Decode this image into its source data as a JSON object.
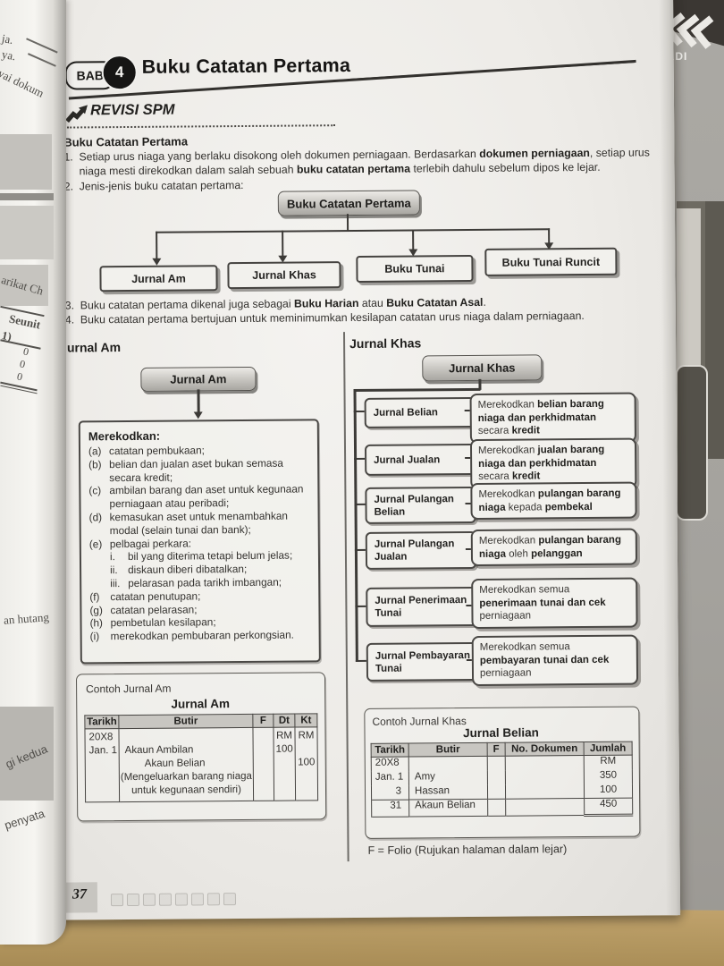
{
  "colors": {
    "page": "#f1f0ec",
    "node_gradient_top": "#eceae6",
    "node_gradient_bottom": "#a8a6a1",
    "table_header_grey": "#c8c6c1",
    "desk_tan": "#b2965f",
    "background_grey": "#a4a29d"
  },
  "logo": {
    "text": "BADI",
    "icon": "triple-chevron-left"
  },
  "header": {
    "bab_label": "BAB",
    "bab_number": "4",
    "title": "Buku Catatan Pertama"
  },
  "revisi_label": "REVISI SPM",
  "intro": {
    "heading": "Buku Catatan Pertama",
    "item1_no": "1.",
    "item1_s1": "Setiap urus niaga yang berlaku disokong oleh dokumen perniagaan. Berdasarkan ",
    "item1_b1": "dokumen perniagaan",
    "item1_s2": ", setiap urus niaga mesti direkodkan dalam salah sebuah ",
    "item1_b2": "buku catatan pertama",
    "item1_s3": " terlebih dahulu sebelum dipos ke lejar.",
    "item2_no": "2.",
    "item2": "Jenis-jenis buku catatan pertama:",
    "item3_no": "3.",
    "item3_s1": "Buku catatan pertama dikenal juga sebagai ",
    "item3_b1": "Buku Harian",
    "item3_s2": " atau ",
    "item3_b2": "Buku Catatan Asal",
    "item3_s3": ".",
    "item4_no": "4.",
    "item4": "Buku catatan pertama bertujuan untuk meminimumkan kesilapan catatan urus niaga dalam perniagaan."
  },
  "flowchart": {
    "root": "Buku Catatan Pertama",
    "children": [
      "Jurnal Am",
      "Jurnal Khas",
      "Buku Tunai",
      "Buku Tunai Runcit"
    ]
  },
  "jurnal_am": {
    "heading": "Jurnal Am",
    "node": "Jurnal Am",
    "box_title": "Merekodkan:",
    "items": [
      {
        "label": "(a)",
        "text": "catatan pembukaan;"
      },
      {
        "label": "(b)",
        "text": "belian dan jualan aset bukan semasa secara kredit;"
      },
      {
        "label": "(c)",
        "text": "ambilan barang dan aset untuk kegunaan perniagaan atau peribadi;"
      },
      {
        "label": "(d)",
        "text": "kemasukan aset untuk menambahkan modal (selain tunai dan bank);"
      },
      {
        "label": "(e)",
        "text": "pelbagai perkara:"
      },
      {
        "label": "i.",
        "text": "bil yang diterima tetapi belum jelas;"
      },
      {
        "label": "ii.",
        "text": "diskaun diberi dibatalkan;"
      },
      {
        "label": "iii.",
        "text": "pelarasan pada tarikh imbangan;"
      },
      {
        "label": "(f)",
        "text": "catatan penutupan;"
      },
      {
        "label": "(g)",
        "text": "catatan pelarasan;"
      },
      {
        "label": "(h)",
        "text": "pembetulan kesilapan;"
      },
      {
        "label": "(i)",
        "text": "merekodkan pembubaran perkongsian."
      }
    ]
  },
  "jurnal_khas": {
    "heading": "Jurnal Khas",
    "node": "Jurnal Khas",
    "rows": [
      {
        "name": "Jurnal Belian",
        "d1": "Merekodkan ",
        "d2": "belian barang niaga dan perkhidmatan ",
        "d3": "secara ",
        "d4": "kredit"
      },
      {
        "name": "Jurnal Jualan",
        "d1": "Merekodkan ",
        "d2": "jualan barang niaga dan perkhidmatan ",
        "d3": "secara ",
        "d4": "kredit"
      },
      {
        "name": "Jurnal Pulangan Belian",
        "d1": "Merekodkan ",
        "d2": "pulangan barang niaga ",
        "d3": "kepada ",
        "d4": "pembekal"
      },
      {
        "name": "Jurnal Pulangan Jualan",
        "d1": "Merekodkan ",
        "d2": "pulangan barang niaga ",
        "d3": "oleh ",
        "d4": "pelanggan"
      },
      {
        "name": "Jurnal Penerimaan Tunai",
        "d1": "Merekodkan semua ",
        "d2": "penerimaan tunai dan cek ",
        "d3": "perniagaan",
        "d4": ""
      },
      {
        "name": "Jurnal Pembayaran Tunai",
        "d1": "Merekodkan semua ",
        "d2": "pembayaran tunai dan cek ",
        "d3": "perniagaan",
        "d4": ""
      }
    ]
  },
  "contoh_am": {
    "caption": "Contoh Jurnal Am",
    "title": "Jurnal Am",
    "headers": [
      "Tarikh",
      "Butir",
      "F",
      "Dt",
      "Kt"
    ],
    "date_year": "20X8",
    "date_day": "Jan. 1",
    "butir_line1": "Akaun Ambilan",
    "butir_line2": "Akaun Belian",
    "butir_note": "(Mengeluarkan barang niaga untuk kegunaan sendiri)",
    "dt_currency": "RM",
    "dt_value": "100",
    "kt_currency": "RM",
    "kt_value": "100"
  },
  "contoh_khas": {
    "caption": "Contoh Jurnal Khas",
    "title": "Jurnal Belian",
    "headers": [
      "Tarikh",
      "Butir",
      "F",
      "No. Dokumen",
      "Jumlah"
    ],
    "rows": [
      {
        "tarikh": "20X8",
        "butir": "",
        "jumlah": "RM"
      },
      {
        "tarikh": "Jan. 1",
        "butir": "Amy",
        "jumlah": "350"
      },
      {
        "tarikh": "3",
        "butir": "Hassan",
        "jumlah": "100"
      },
      {
        "tarikh": "31",
        "butir": "Akaun Belian",
        "jumlah": "450"
      }
    ],
    "footnote": "F = Folio (Rujukan halaman dalam lejar)"
  },
  "page_number": "37",
  "margin_fragments": [
    "ja.",
    "ya.",
    "yai dokum",
    "arikat Ch",
    "Seunit",
    "1)",
    "0",
    "0",
    "0",
    "an hutang",
    "gi kedua",
    "penyata"
  ]
}
